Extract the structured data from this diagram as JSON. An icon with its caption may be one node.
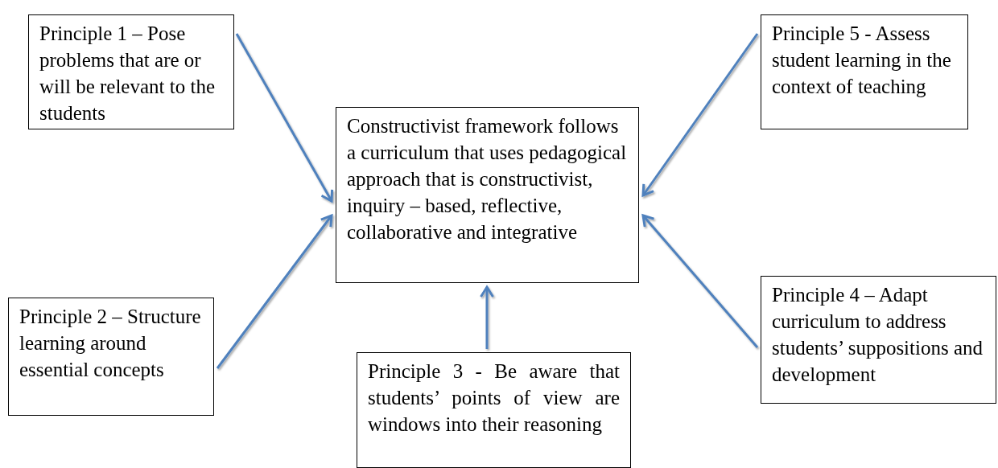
{
  "diagram": {
    "nodes": [
      {
        "text": [
          "Principle 1 – Pose problems that are or will be relevant to the students"
        ]
      },
      {
        "text": [
          "Principle 5 - Assess student learning in the context of teaching"
        ]
      },
      {
        "text": [
          "Constructivist framework follows a curriculum that uses pedagogical approach that is constructivist, inquiry – based, reflective, collaborative and integrative"
        ]
      },
      {
        "text": [
          "Principle 4 – Adapt curriculum to address students’ suppositions and development"
        ]
      },
      {
        "text": [
          "Principle 2 – Structure learning around essential concepts"
        ]
      },
      {
        "text": [
          "Principle 3 - Be aware that students’ points of view are windows into their reasoning"
        ]
      }
    ],
    "edges": [
      {
        "from": 0,
        "to": 2,
        "arrow": "to"
      },
      {
        "from": 1,
        "to": 2,
        "arrow": "to"
      },
      {
        "from": 4,
        "to": 2,
        "arrow": "to"
      },
      {
        "from": 3,
        "to": 2,
        "arrow": "to"
      },
      {
        "from": 5,
        "to": 2,
        "arrow": "to"
      }
    ]
  }
}
